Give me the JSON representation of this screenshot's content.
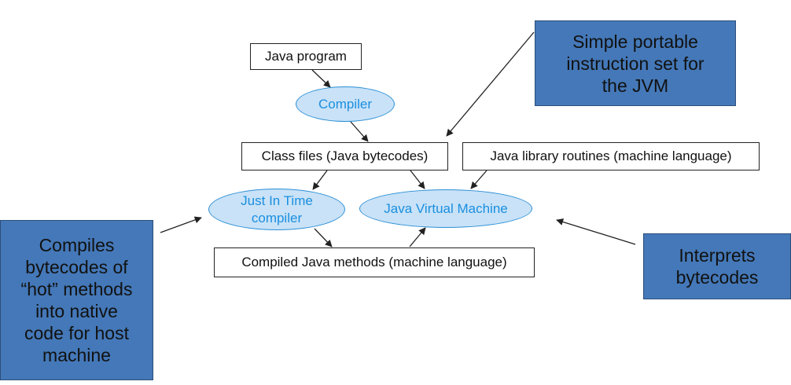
{
  "nodes": {
    "java_program": "Java program",
    "compiler": "Compiler",
    "class_files": "Class files (Java bytecodes)",
    "java_library": "Java library routines (machine language)",
    "jit_compiler": [
      "Just In Time",
      "compiler"
    ],
    "jvm": "Java Virtual Machine",
    "compiled_methods": "Compiled Java methods (machine language)"
  },
  "callouts": {
    "instruction_set": [
      "Simple portable",
      "instruction set for",
      "the JVM"
    ],
    "jit": [
      "Compiles",
      "bytecodes of",
      "“hot” methods",
      "into native",
      "code for host",
      "machine"
    ],
    "interprets": [
      "Interprets",
      "bytecodes"
    ]
  },
  "colors": {
    "callout_fill": "#4478b8",
    "oval_fill": "#c9e2f7",
    "oval_text": "#1a8fe0"
  }
}
